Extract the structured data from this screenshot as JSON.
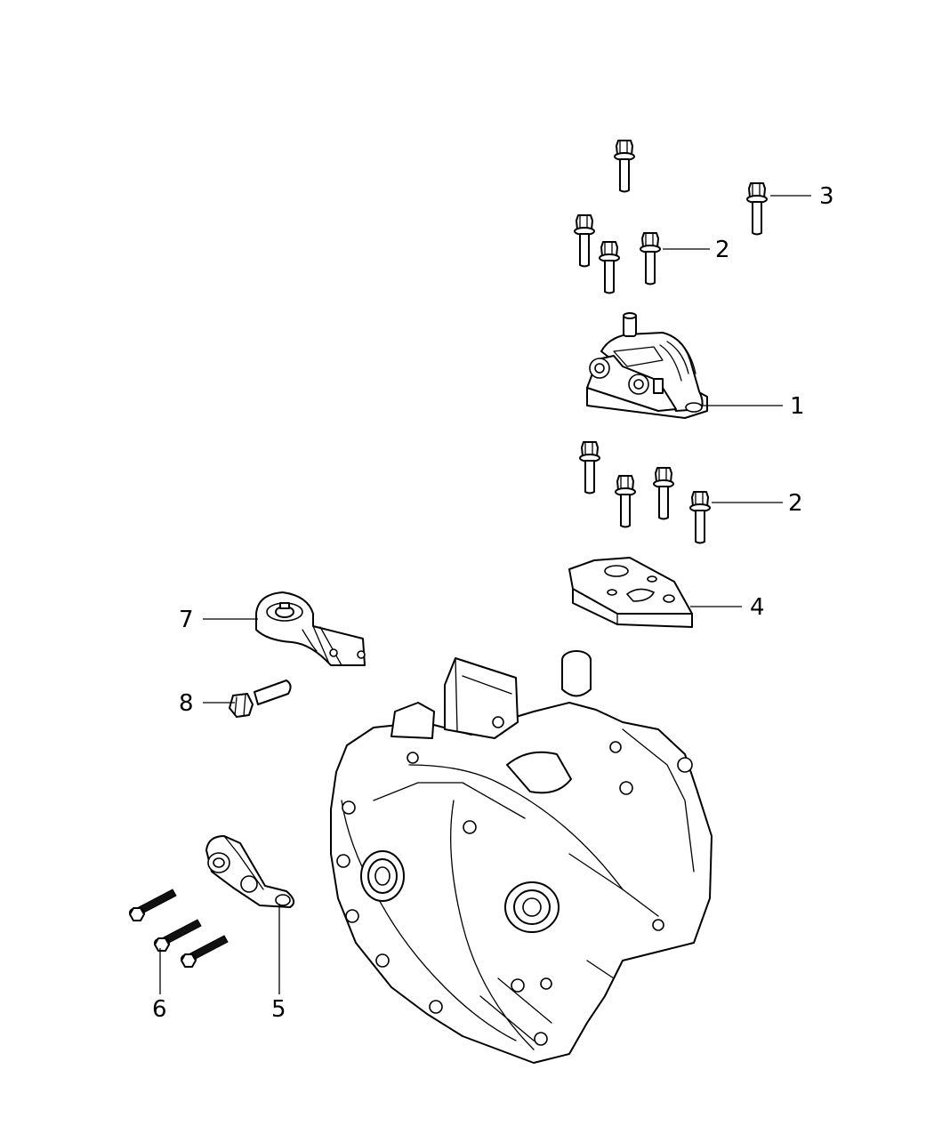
{
  "callouts": [
    {
      "id": "c1",
      "label": "1"
    },
    {
      "id": "c2a",
      "label": "2"
    },
    {
      "id": "c2b",
      "label": "2"
    },
    {
      "id": "c3",
      "label": "3"
    },
    {
      "id": "c4",
      "label": "4"
    },
    {
      "id": "c5",
      "label": "5"
    },
    {
      "id": "c6",
      "label": "6"
    },
    {
      "id": "c7",
      "label": "7"
    },
    {
      "id": "c8",
      "label": "8"
    }
  ],
  "colors": {
    "line": "#000000",
    "background": "#ffffff"
  }
}
